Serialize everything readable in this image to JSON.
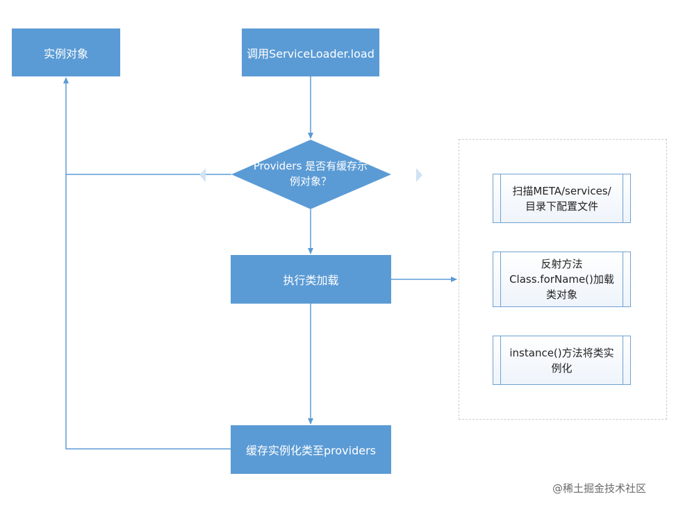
{
  "nodes": {
    "instance_object": "实例对象",
    "call_load": "调用ServiceLoader.load",
    "decision": {
      "line1": "Providers 是否有缓存示",
      "line2": "例对象？"
    },
    "execute_loading": "执行类加载",
    "cache_instances": "缓存实例化类至providers"
  },
  "steps": [
    {
      "line1": "扫描META/services/",
      "line2": "目录下配置文件"
    },
    {
      "line1": "反射方法",
      "line2": "Class.forName()加载",
      "line3": "类对象"
    },
    {
      "line1": "instance()方法将类实",
      "line2": "例化"
    }
  ],
  "watermark": "@稀土掘金技术社区",
  "colors": {
    "box_fill": "#5b9bd5",
    "line": "#5b9bd5",
    "text_on_box": "#ffffff"
  }
}
